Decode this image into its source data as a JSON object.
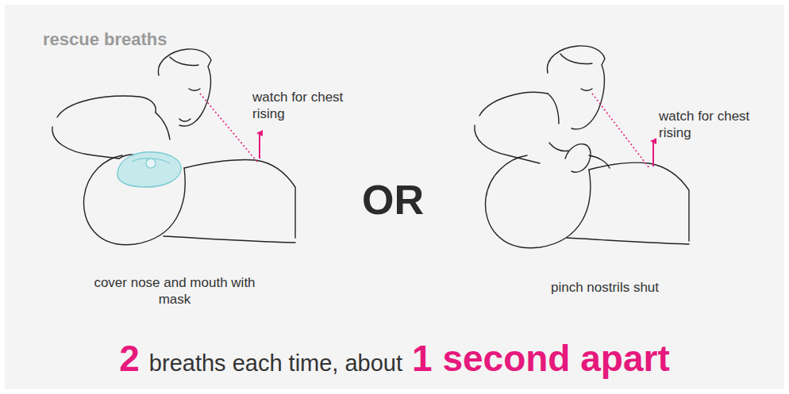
{
  "diagram": {
    "title": "rescue breaths",
    "labels": [
      "watch for chest rising",
      "cover nose and mouth with mask",
      "OR",
      "watch for chest rising",
      "pinch nostrils shut",
      "2",
      "breaths each time, about",
      "1 second apart"
    ]
  }
}
